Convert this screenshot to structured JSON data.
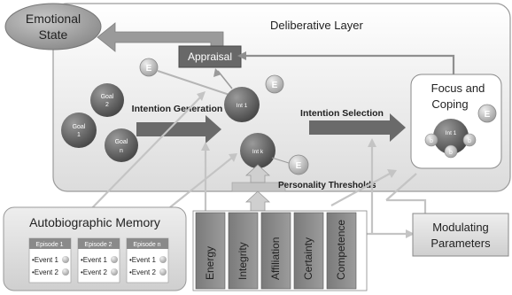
{
  "layer_title": "Deliberative Layer",
  "emotional_state": {
    "line1": "Emotional",
    "line2": "State"
  },
  "appraisal": "Appraisal",
  "goals": [
    {
      "line1": "Goal",
      "line2": "2"
    },
    {
      "line1": "Goal",
      "line2": "1"
    },
    {
      "line1": "Goal",
      "line2": "n"
    }
  ],
  "intention_generation": "Intention Generation",
  "intention_selection": "Intention Selection",
  "int_1": "Int 1",
  "int_k": "Int k",
  "e_badge": "E",
  "focus_coping": {
    "line1": "Focus and",
    "line2": "Coping",
    "int": "Int 1",
    "badge": "b"
  },
  "personality_thresholds": "Personality Thresholds",
  "autobiographic_memory": {
    "title": "Autobiographic Memory",
    "episodes": [
      {
        "title": "Episode 1",
        "events": [
          "•Event 1",
          "•Event 2"
        ]
      },
      {
        "title": "Episode 2",
        "events": [
          "•Event 1",
          "•Event 2"
        ]
      },
      {
        "title": "Episode n",
        "events": [
          "•Event 1",
          "•Event 2"
        ]
      }
    ]
  },
  "personality_traits": [
    "Energy",
    "Integrity",
    "Affiliation",
    "Certainty",
    "Competence"
  ],
  "modulating_parameters": {
    "line1": "Modulating",
    "line2": "Parameters"
  },
  "colors": {
    "dark_node": "#5a5a5a",
    "light_node": "#a6a6a6",
    "arrow_dark": "#666666",
    "arrow_light": "#bfbfbf",
    "panel": "#eeeeee"
  }
}
